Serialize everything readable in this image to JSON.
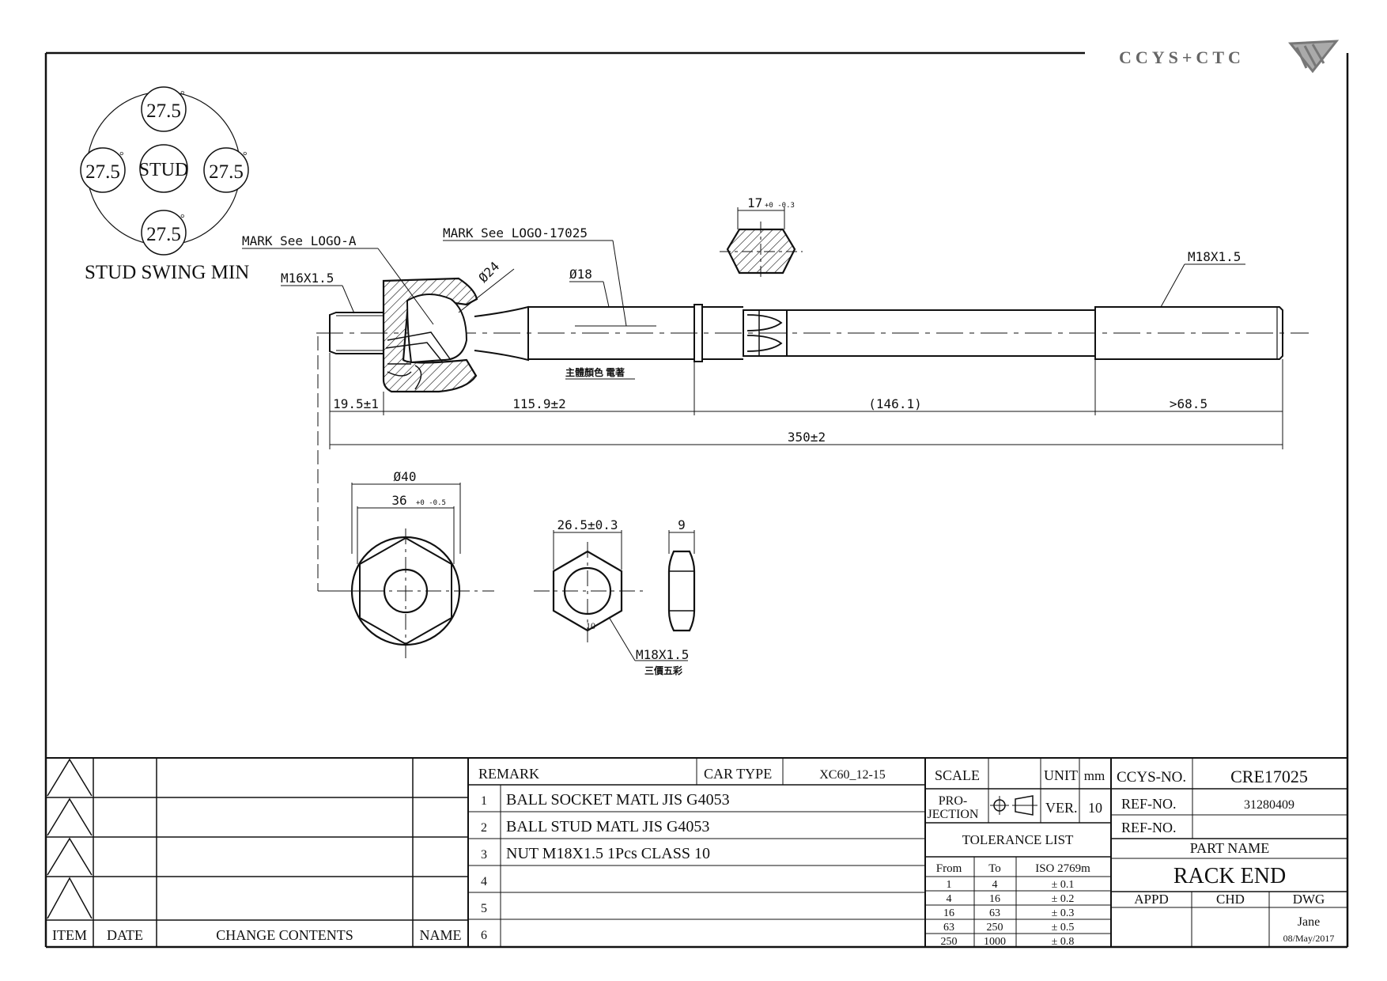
{
  "logo": {
    "text": "CCYS+CTC"
  },
  "stud_swing": {
    "values": [
      "27.5",
      "27.5",
      "27.5",
      "27.5"
    ],
    "degree": "°",
    "center": "STUD",
    "caption": "STUD SWING MIN"
  },
  "callouts": {
    "mark_logo_a": "MARK See LOGO-A",
    "mark_logo_17025": "MARK See LOGO-17025",
    "thread_left": "M16X1.5",
    "dia24": "Ø24",
    "dia18": "Ø18",
    "flat17": "17",
    "flat17_tol": "+0 -0.3",
    "thread_right": "M18X1.5",
    "body_color_note": "主體顏色 電著"
  },
  "dimensions": {
    "d1": "19.5±1",
    "d2": "115.9±2",
    "d3": "(146.1)",
    "d4": ">68.5",
    "total": "350±2"
  },
  "views": {
    "dia40": "Ø40",
    "hex36": "36",
    "hex36_tol": "+0 -0.5",
    "nut_width": "26.5±0.3",
    "nut_thick": "9",
    "nut_grade": "10",
    "nut_thread": "M18X1.5",
    "nut_note": "三價五彩"
  },
  "revision_table": {
    "headers": {
      "item": "ITEM",
      "date": "DATE",
      "contents": "CHANGE CONTENTS",
      "name": "NAME"
    }
  },
  "remarks": {
    "header": "REMARK",
    "car_type_label": "CAR TYPE",
    "car_type": "XC60_12-15",
    "rows": [
      {
        "n": "1",
        "text": "BALL SOCKET MATL JIS G4053"
      },
      {
        "n": "2",
        "text": "BALL STUD MATL JIS G4053"
      },
      {
        "n": "3",
        "text": "NUT M18X1.5 1Pcs CLASS 10"
      },
      {
        "n": "4",
        "text": ""
      },
      {
        "n": "5",
        "text": ""
      },
      {
        "n": "6",
        "text": ""
      }
    ]
  },
  "title_block": {
    "scale_label": "SCALE",
    "unit_label": "UNIT",
    "unit": "mm",
    "projection_label_1": "PRO-",
    "projection_label_2": "JECTION",
    "ver_label": "VER.",
    "ver": "10",
    "tolerance_title": "TOLERANCE LIST",
    "tol_headers": {
      "from": "From",
      "to": "To",
      "iso": "ISO 2769m"
    },
    "tolerances": [
      {
        "from": "1",
        "to": "4",
        "tol": "± 0.1"
      },
      {
        "from": "4",
        "to": "16",
        "tol": "± 0.2"
      },
      {
        "from": "16",
        "to": "63",
        "tol": "± 0.3"
      },
      {
        "from": "63",
        "to": "250",
        "tol": "± 0.5"
      },
      {
        "from": "250",
        "to": "1000",
        "tol": "± 0.8"
      }
    ],
    "ccys_label": "CCYS-NO.",
    "ccys_no": "CRE17025",
    "ref_label_1": "REF-NO.",
    "ref_no_1": "31280409",
    "ref_label_2": "REF-NO.",
    "ref_no_2": "",
    "part_name_label": "PART NAME",
    "part_name": "RACK  END",
    "appd_label": "APPD",
    "chd_label": "CHD",
    "dwg_label": "DWG",
    "dwg_by": "Jane",
    "date": "08/May/2017"
  }
}
